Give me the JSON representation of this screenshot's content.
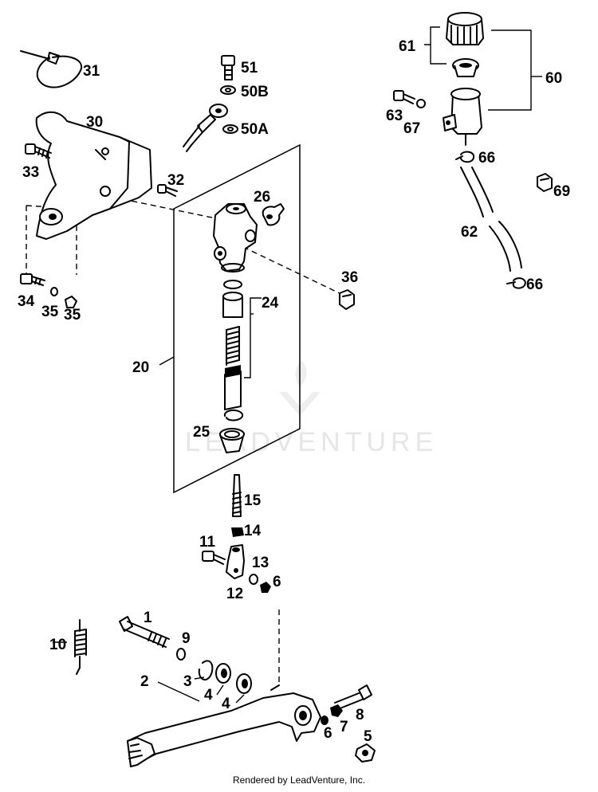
{
  "watermark": "LEADVENTURE",
  "footer": "Rendered by LeadVenture, Inc.",
  "callouts": {
    "c31": "31",
    "c30": "30",
    "c33": "33",
    "c32": "32",
    "c34": "34",
    "c35a": "35",
    "c35b": "35",
    "c51": "51",
    "c50b": "50B",
    "c50a": "50A",
    "c26": "26",
    "c36": "36",
    "c24": "24",
    "c20": "20",
    "c25": "25",
    "c15": "15",
    "c14": "14",
    "c11": "11",
    "c12": "12",
    "c13": "13",
    "c6a": "6",
    "c1": "1",
    "c9": "9",
    "c10": "10",
    "c2": "2",
    "c3": "3",
    "c4a": "4",
    "c4b": "4",
    "c8": "8",
    "c7": "7",
    "c6b": "6",
    "c5": "5",
    "c61": "61",
    "c60": "60",
    "c63": "63",
    "c67": "67",
    "c66a": "66",
    "c69": "69",
    "c62": "62",
    "c66b": "66"
  }
}
